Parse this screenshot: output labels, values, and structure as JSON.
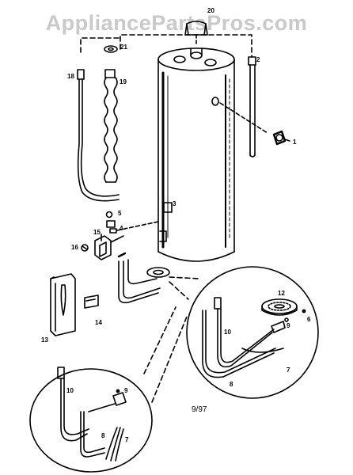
{
  "watermark": "AppliancePartsPros.com",
  "date_code": "9/97",
  "part_labels": {
    "p1": "1",
    "p2": "2",
    "p3": "3",
    "p4": "4",
    "p5": "5",
    "p6": "6",
    "p7": "7",
    "p8": "8",
    "p9": "9",
    "p10": "10",
    "p12": "12",
    "p13": "13",
    "p14": "14",
    "p15": "15",
    "p16": "16",
    "p18": "18",
    "p19": "19",
    "p20": "20",
    "p21": "21",
    "r_p12": "12",
    "r_p9": "9",
    "r_p6": "6",
    "r_p10": "10",
    "r_p7": "7",
    "r_p8": "8",
    "l_p9": "9",
    "l_p10": "10",
    "l_p8": "8",
    "l_p7": "7"
  }
}
